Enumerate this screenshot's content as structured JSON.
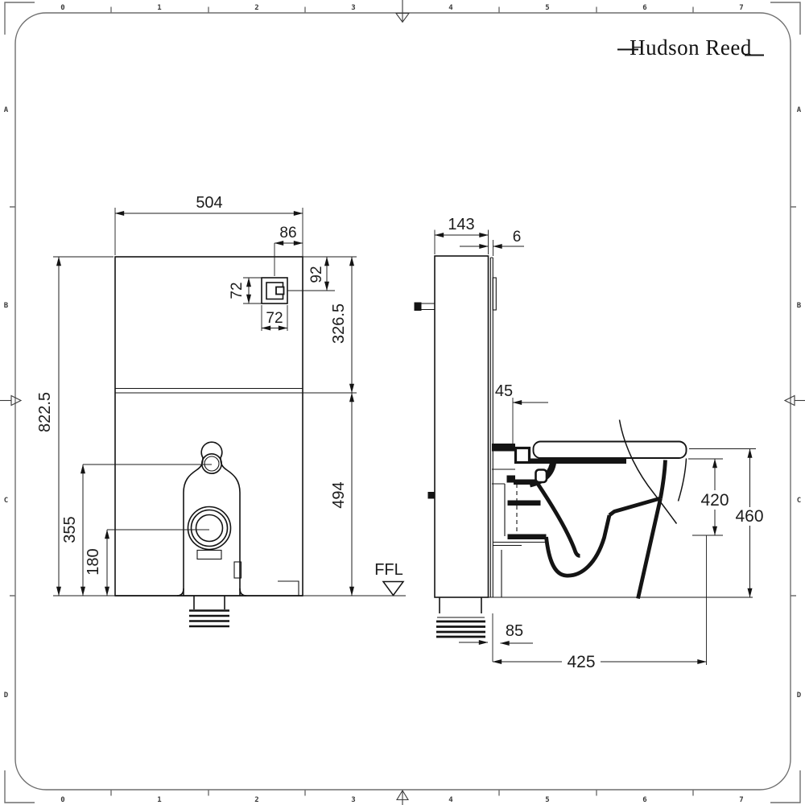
{
  "brand": {
    "name": "Hudson Reed"
  },
  "ruler": {
    "columns": [
      "0",
      "1",
      "2",
      "3",
      "4",
      "5",
      "6",
      "7"
    ],
    "rows": [
      "A",
      "B",
      "C",
      "D"
    ]
  },
  "front": {
    "dims": {
      "width": "504",
      "button_offset": "86",
      "button_drop": "92",
      "button_height": "72",
      "button_width": "72",
      "upper_section": "326.5",
      "overall_height": "822.5",
      "inlet_center": "355",
      "outlet_center": "180",
      "lower_section": "494"
    },
    "floor_label": "FFL"
  },
  "side": {
    "dims": {
      "depth": "143",
      "panel_thickness": "6",
      "fixing_offset": "45",
      "rim_height": "420",
      "seat_height": "460",
      "outlet_offset": "85",
      "overall_depth": "425"
    }
  },
  "colors": {
    "line": "#141414",
    "frame": "#6f6f6f",
    "background": "#ffffff"
  }
}
